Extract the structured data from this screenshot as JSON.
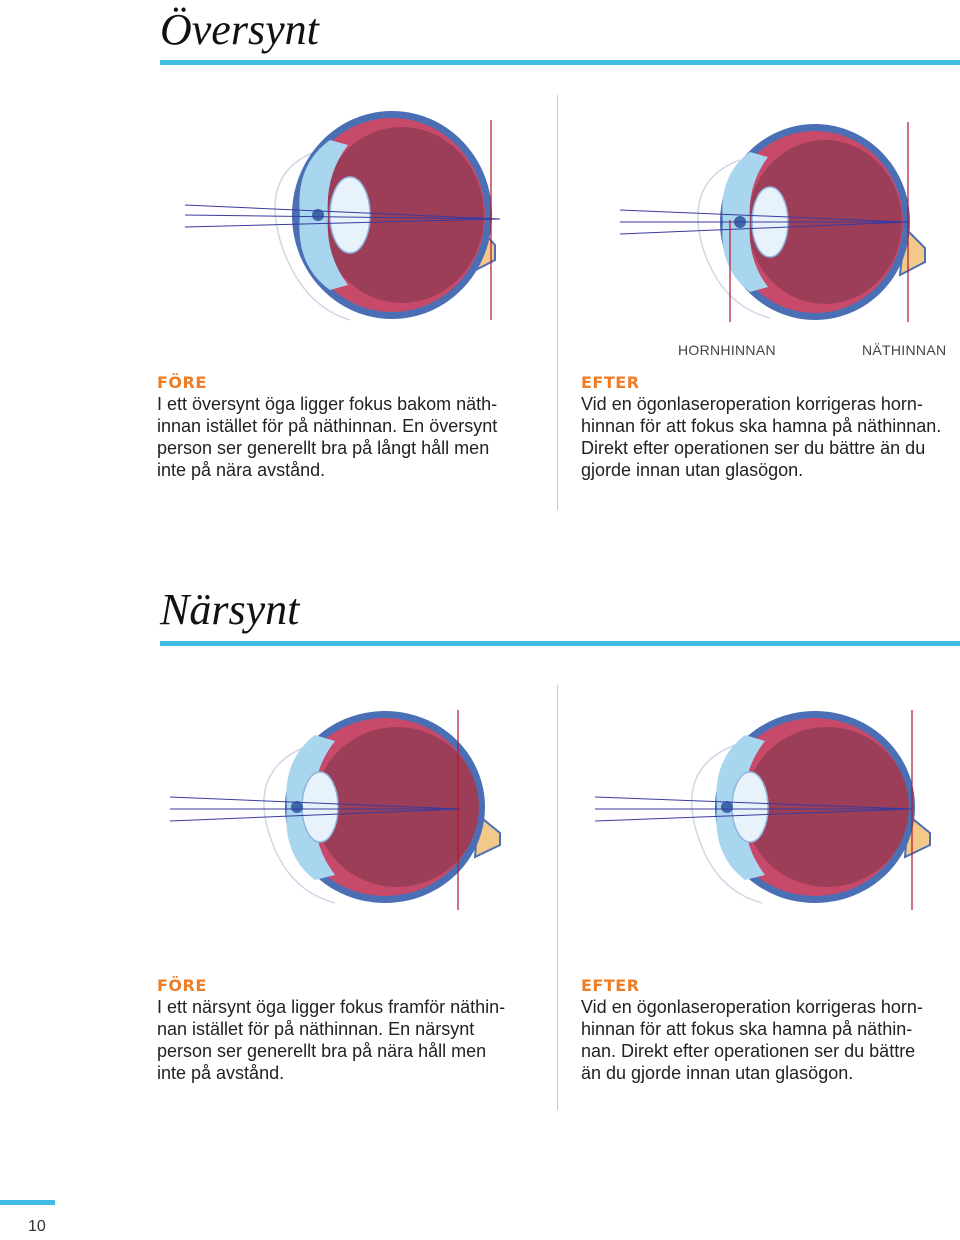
{
  "sections": [
    {
      "title": "Översynt",
      "fore": {
        "heading": "FÖRE",
        "text": "I ett översynt öga ligger fokus bakom näth-\ninnan istället för på näthinnan. En översynt\nperson ser generellt bra på långt håll men\ninte på nära avstånd."
      },
      "efter": {
        "heading": "EFTER",
        "text": "Vid en ögonlaseroperation korrigeras horn-\nhinnan för att fokus ska hamna på näthinnan.\nDirekt efter operationen ser du bättre än du\ngjorde innan utan glasögon."
      },
      "labels": {
        "cornea": "HORNHINNAN",
        "retina": "NÄTHINNAN"
      }
    },
    {
      "title": "Närsynt",
      "fore": {
        "heading": "FÖRE",
        "text": "I ett närsynt öga ligger fokus framför näthin-\nnan istället för på näthinnan. En närsynt\nperson ser generellt bra på nära håll men\ninte på avstånd."
      },
      "efter": {
        "heading": "EFTER",
        "text": "Vid en ögonlaseroperation korrigeras horn-\nhinnan för att fokus ska hamna på näthin-\nnan. Direkt efter operationen ser du bättre\nän du gjorde innan utan glasögon."
      }
    }
  ],
  "colors": {
    "accent": "#41bde3",
    "heading": "#ef7d26",
    "sclera": "#4a6fb5",
    "choroid": "#c84a6a",
    "vitreous": "#9c3e57",
    "nerve": "#f3c98a",
    "focus_line": "#b3142b",
    "ray": "#3a3aa0"
  },
  "page": {
    "number": "10"
  }
}
